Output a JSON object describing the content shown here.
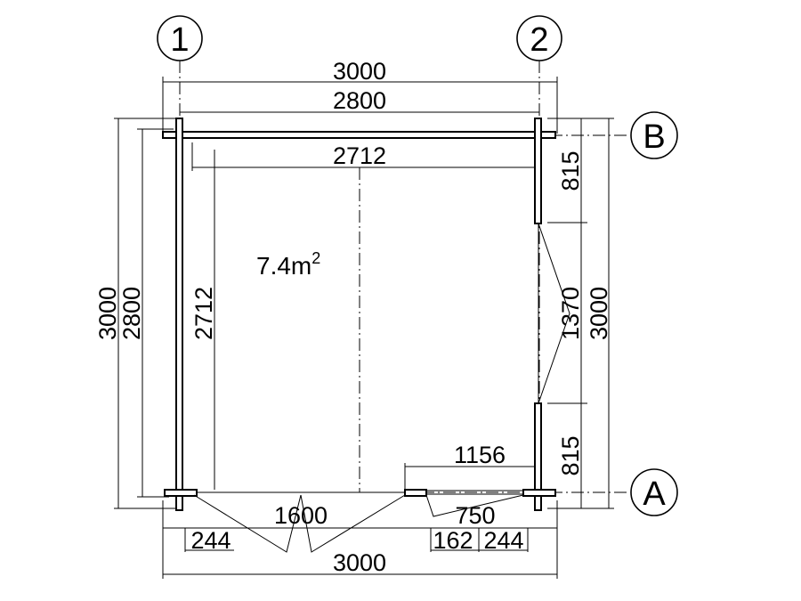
{
  "grid": {
    "axis_1": "1",
    "axis_2": "2",
    "axis_a": "A",
    "axis_b": "B"
  },
  "room": {
    "area_value": "7.4m",
    "area_sup": "2"
  },
  "dimensions": {
    "top_outer": "3000",
    "top_inner": "2800",
    "interior_width": "2712",
    "left_outer": "3000",
    "left_inner": "2800",
    "interior_depth": "2712",
    "right_wall_top": "815",
    "right_door": "1370",
    "right_wall_bottom": "815",
    "right_outer": "3000",
    "front_partial": "1156",
    "front_door": "1600",
    "front_window": "750",
    "front_offset_left": "244",
    "front_offset_mid": "162",
    "front_offset_right": "244",
    "bottom_outer": "3000"
  }
}
